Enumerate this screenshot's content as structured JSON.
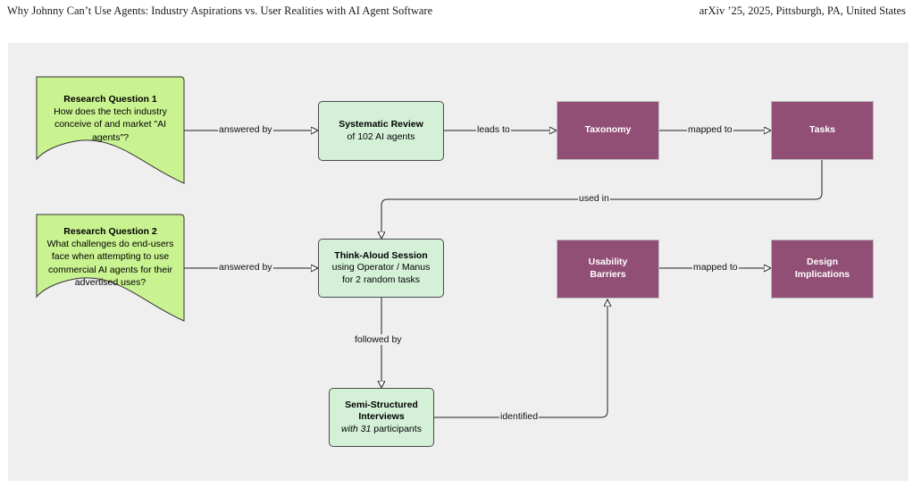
{
  "header": {
    "left": "Why Johnny Can’t Use Agents: Industry Aspirations vs. User Realities with AI Agent Software",
    "right": "arXiv ’25, 2025, Pittsburgh, PA, United States"
  },
  "diagram": {
    "rq1": {
      "title": "Research Question 1",
      "text": "How does the tech industry conceive of and market \"AI agents\"?"
    },
    "rq2": {
      "title": "Research Question 2",
      "text": "What challenges do end-users face when attempting to use commercial AI agents for their advertised uses?"
    },
    "systematic_review": {
      "title": "Systematic Review",
      "subtitle": "of 102 AI agents"
    },
    "think_aloud": {
      "title": "Think-Aloud Session",
      "line1": "using Operator / Manus",
      "line2": "for 2 random tasks"
    },
    "interviews": {
      "title": "Semi-Structured Interviews",
      "sub_italic": "with 31",
      "sub_rest": " participants"
    },
    "taxonomy": "Taxonomy",
    "tasks": "Tasks",
    "usability_barriers": "Usability Barriers",
    "design_implications": "Design Implications",
    "edges": {
      "answered_by_1": "answered by",
      "answered_by_2": "answered by",
      "leads_to": "leads to",
      "mapped_to_1": "mapped to",
      "mapped_to_2": "mapped to",
      "used_in": "used in",
      "followed_by": "followed by",
      "identified": "identified"
    },
    "colors": {
      "document_fill": "#c9f290",
      "process_fill": "#d4f1d8",
      "outcome_fill": "#914f75",
      "background": "#efefef"
    }
  }
}
